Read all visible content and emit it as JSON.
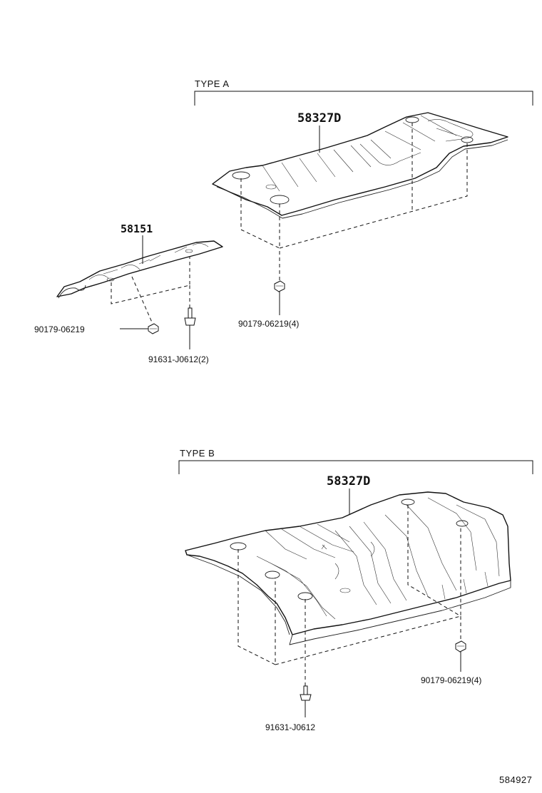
{
  "sections": {
    "type_a": {
      "title": "TYPE  A"
    },
    "type_b": {
      "title": "TYPE  B"
    }
  },
  "parts": {
    "a_cover_main": "58327D",
    "a_cover_front": "58151",
    "a_clip_front": "90179-06219",
    "a_bolt_front": "91631-J0612(2)",
    "a_clip_main": "90179-06219(4)",
    "b_cover_main": "58327D",
    "b_clip": "90179-06219(4)",
    "b_bolt": "91631-J0612"
  },
  "diagram_code": "584927"
}
